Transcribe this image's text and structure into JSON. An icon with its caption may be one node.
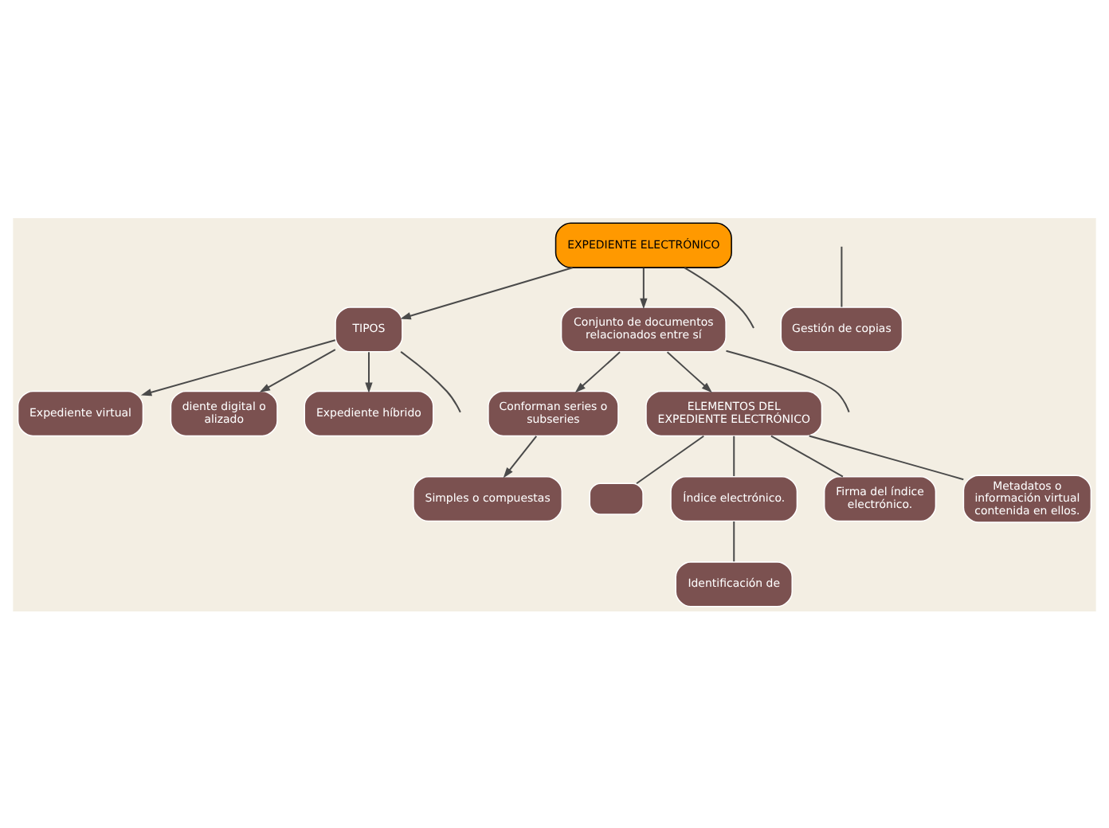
{
  "diagram": {
    "nodes": [
      {
        "text": [
          "EXPEDIENTE ELECTRÓNICO"
        ]
      },
      {
        "text": [
          "TIPOS"
        ]
      },
      {
        "text": [
          "Expediente virtual"
        ]
      },
      {
        "text": [
          "diente digital o alizado"
        ]
      },
      {
        "text": [
          "Expediente híbrido"
        ]
      },
      {
        "text": [
          "Conjunto de documentos relacionados entre sí"
        ]
      },
      {
        "text": [
          "Conforman series o subseries"
        ]
      },
      {
        "text": [
          "Simples o compuestas"
        ]
      },
      {
        "text": [
          "ELEMENTOS DEL EXPEDIENTE ELECTRÓNICO"
        ]
      },
      {
        "text": [],
        "shape": "box"
      },
      {
        "text": [
          "Índice electrónico."
        ]
      },
      {
        "text": [
          "Firma del índice electrónico."
        ]
      },
      {
        "text": [
          "Metadatos o información virtual contenida en ellos."
        ]
      },
      {
        "text": [
          "Gestión de copias"
        ]
      },
      {
        "text": [
          "Identificación de"
        ]
      }
    ],
    "edges": [
      {
        "from": 0,
        "to": 1,
        "arrow": "to"
      },
      {
        "from": 0,
        "to": 5,
        "arrow": "to"
      },
      {
        "from": 0,
        "to": null,
        "arrow": "none"
      },
      {
        "from": 1,
        "to": null,
        "arrow": "none"
      },
      {
        "from": 1,
        "to": 3,
        "arrow": "to"
      },
      {
        "from": 1,
        "to": 4,
        "arrow": "to"
      },
      {
        "from": 1,
        "to": 2,
        "arrow": "to"
      },
      {
        "from": 5,
        "to": 6,
        "arrow": "to"
      },
      {
        "from": 6,
        "to": 7,
        "arrow": "to"
      },
      {
        "from": 5,
        "to": 8,
        "arrow": "to"
      },
      {
        "from": 5,
        "to": null,
        "arrow": "none"
      },
      {
        "from": 8,
        "to": 9,
        "arrow": "none"
      },
      {
        "from": 8,
        "to": 10,
        "arrow": "none"
      },
      {
        "from": 8,
        "to": 11,
        "arrow": "none"
      },
      {
        "from": 8,
        "to": 12,
        "arrow": "none"
      },
      {
        "from": 10,
        "to": 14,
        "arrow": "none"
      },
      {
        "from": null,
        "to": 13,
        "arrow": "none"
      }
    ]
  }
}
